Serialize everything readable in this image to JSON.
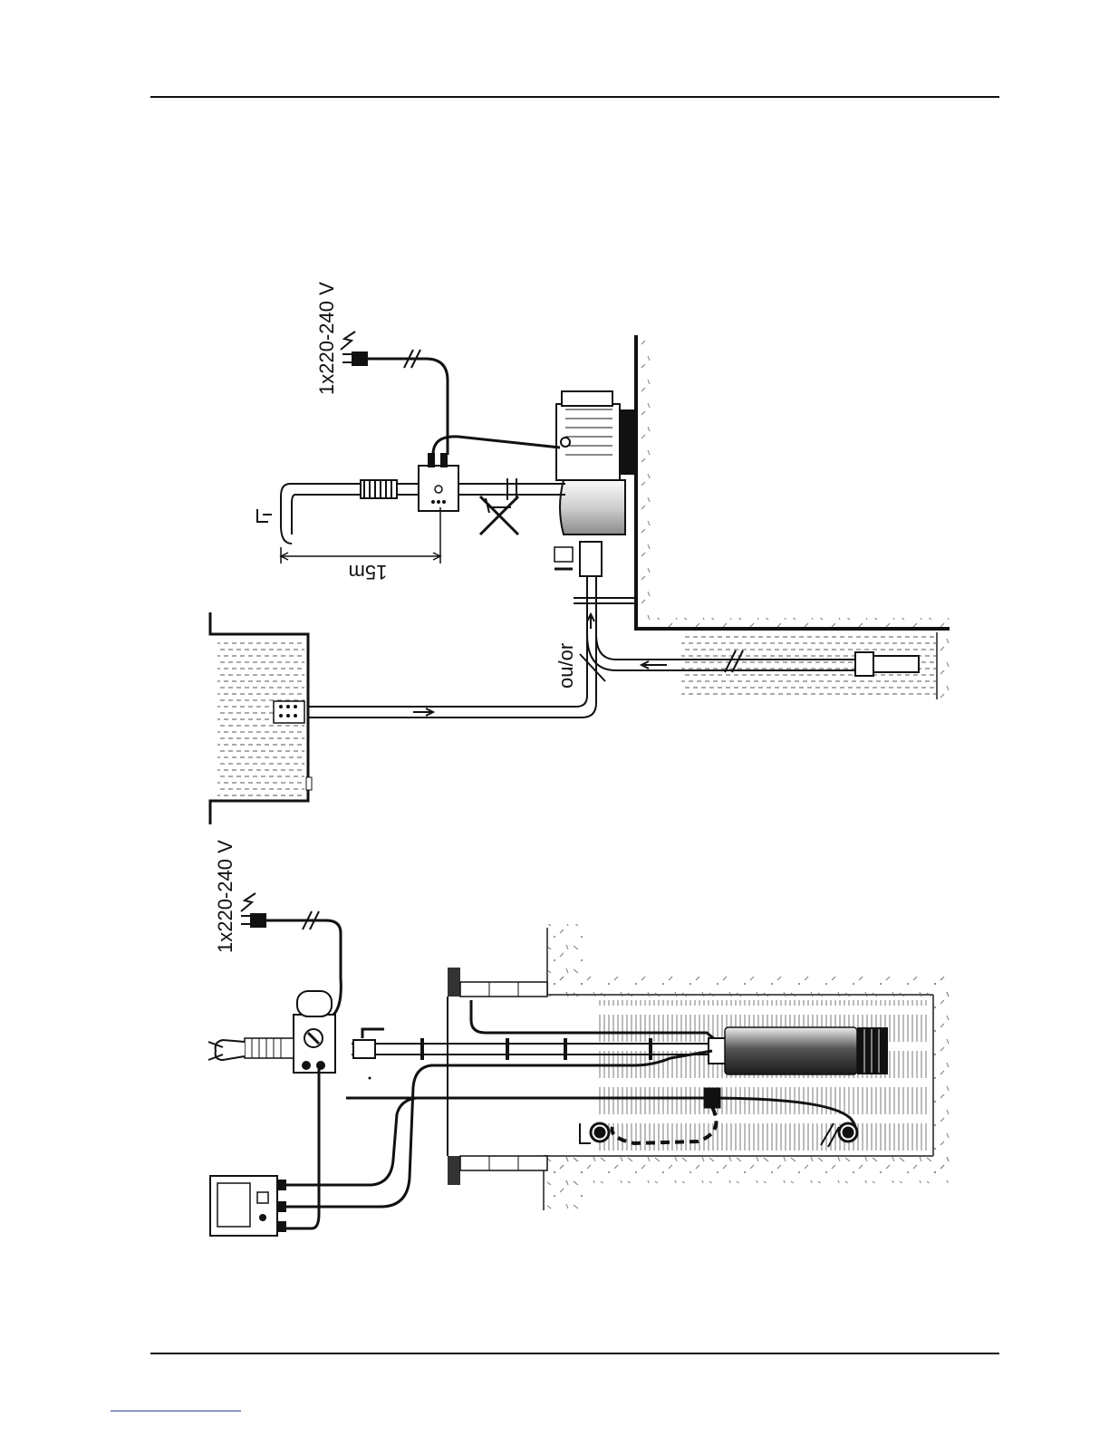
{
  "page": {
    "voltage_label_top": "1x220-240 V",
    "voltage_label_bottom": "1x220-240 V",
    "distance_label": "15m",
    "choice_label": "ou/or"
  },
  "colors": {
    "ink": "#111111",
    "water_hatch": "#555555",
    "soil": "#666666",
    "footnote_line": "#2a3f9d"
  }
}
